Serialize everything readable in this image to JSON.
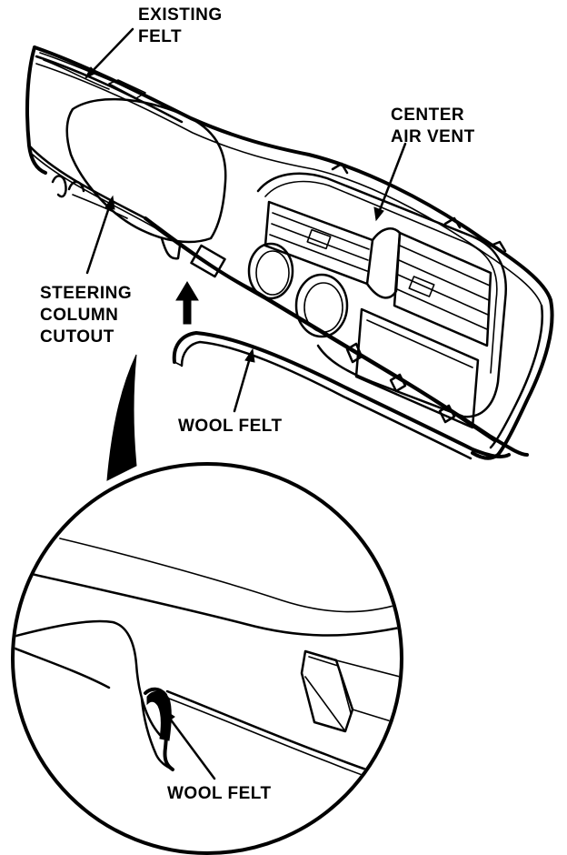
{
  "labels": {
    "existing_felt": [
      "EXISTING",
      "FELT"
    ],
    "center_air_vent": [
      "CENTER",
      "AIR VENT"
    ],
    "steering_column_cutout": [
      "STEERING",
      "COLUMN",
      "CUTOUT"
    ],
    "wool_felt_main": "WOOL FELT",
    "wool_felt_detail": "WOOL FELT"
  },
  "colors": {
    "ink": "#000000",
    "paper": "#ffffff"
  }
}
